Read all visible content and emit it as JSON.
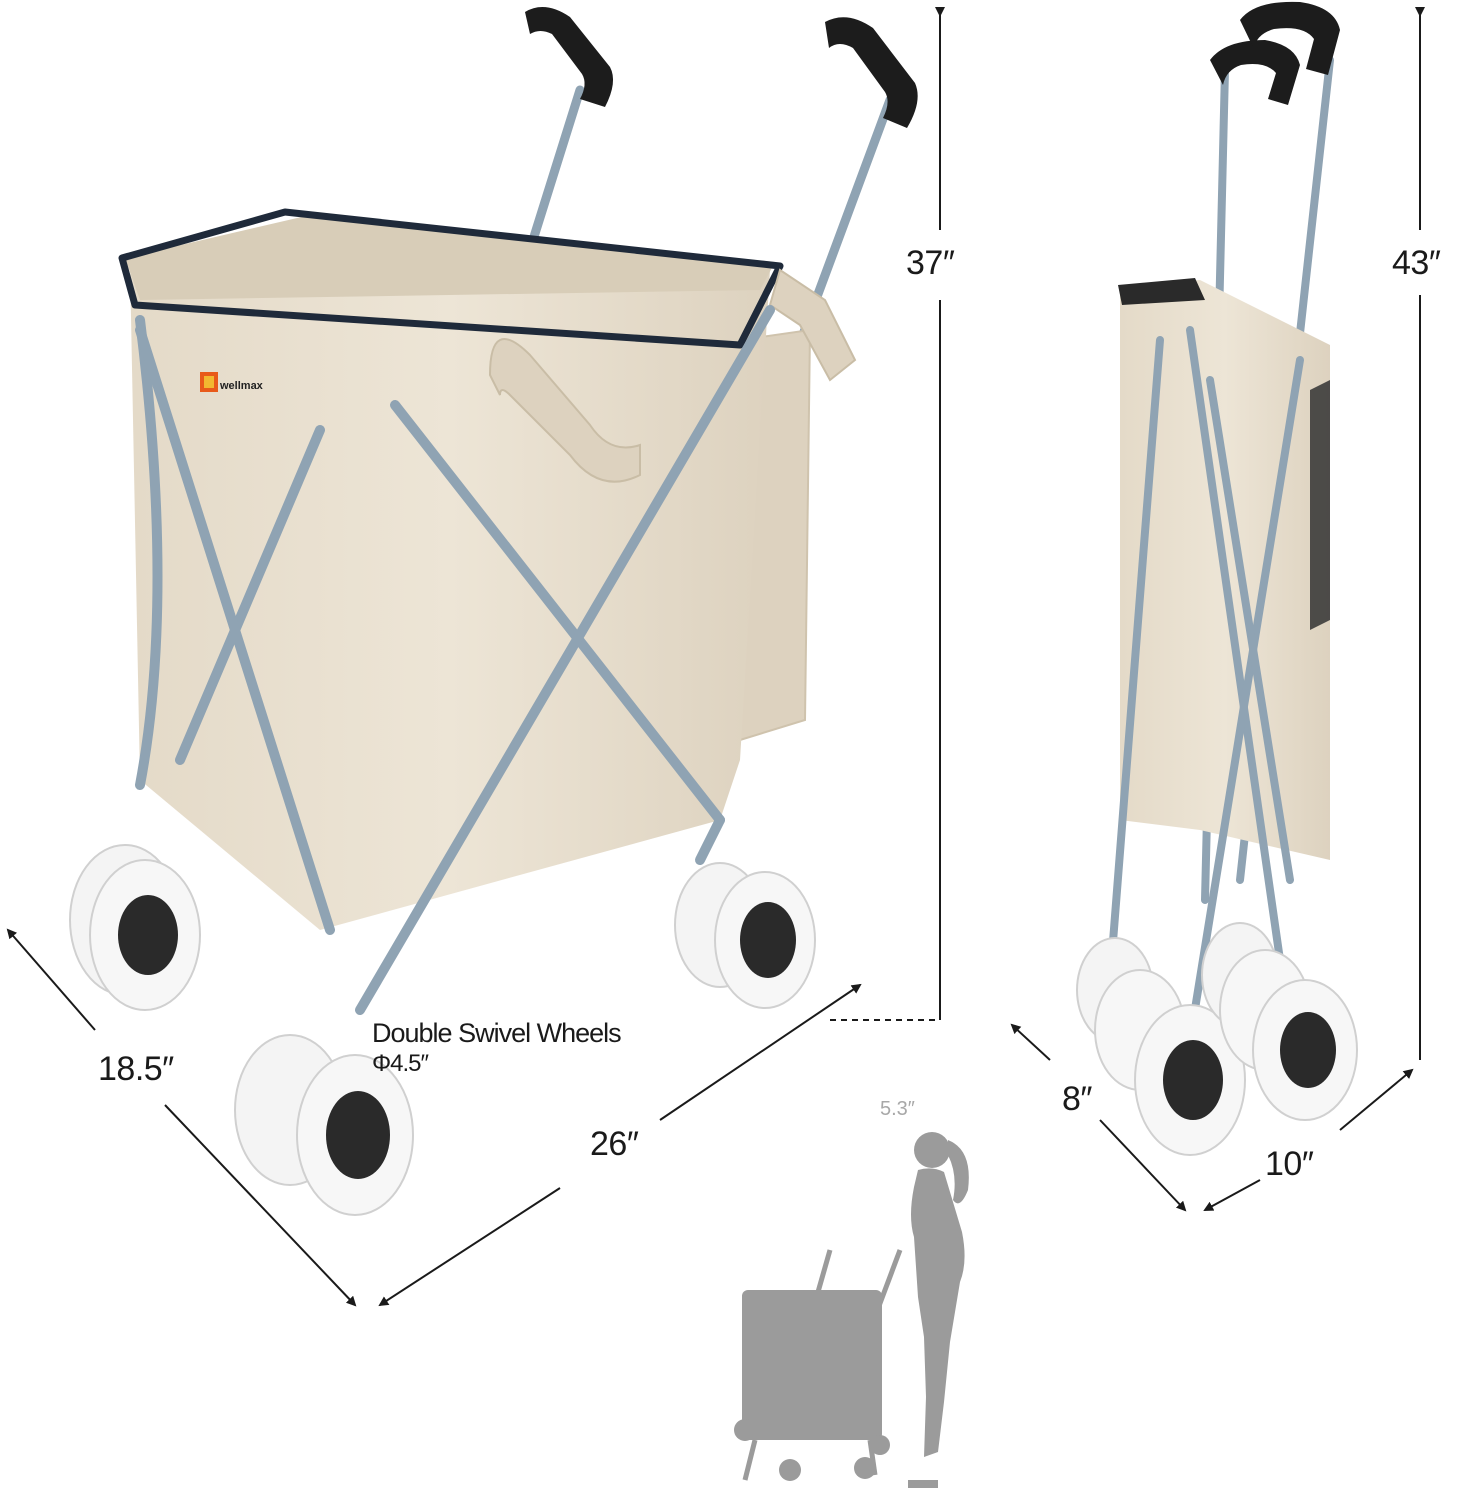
{
  "brand": {
    "name": "wellmax"
  },
  "dimensions": {
    "open_height": "37″",
    "open_depth": "18.5″",
    "open_width": "26″",
    "folded_height": "43″",
    "folded_depth": "8″",
    "folded_width": "10″"
  },
  "wheels": {
    "caption": "Double Swivel  Wheels",
    "size": "Φ4.5″"
  },
  "person_height": "5.3″",
  "colors": {
    "fabric": "#e8dfcf",
    "frame": "#8fa3b3",
    "wheel_rim": "#f4f4f4",
    "wheel_hub": "#2a2a2a",
    "handle_grip": "#1c1c1c",
    "silhouette": "#9b9b9b"
  }
}
